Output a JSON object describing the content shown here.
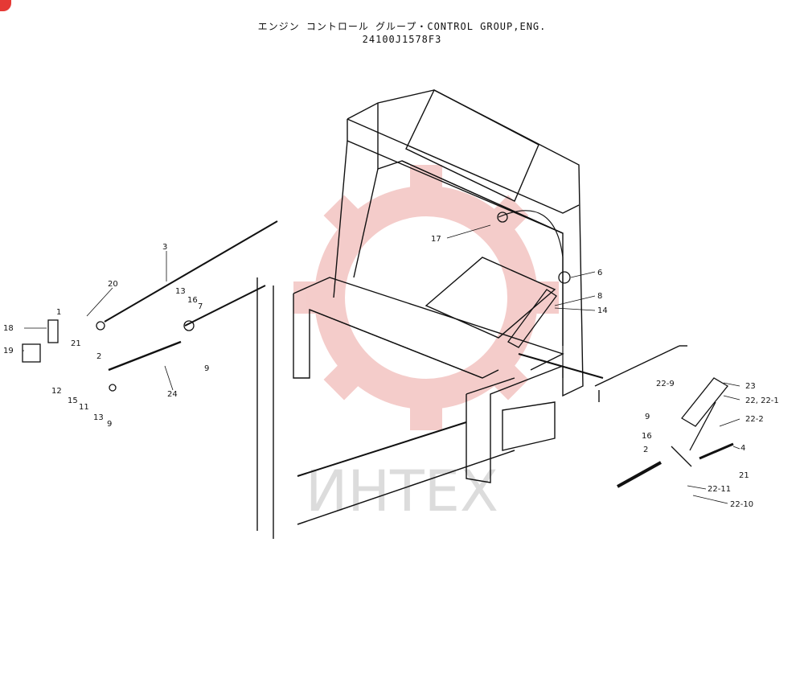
{
  "diagram": {
    "title_line1": "エンジン コントロール グループ・CONTROL GROUP,ENG.",
    "title_line2": "24100J1578F3",
    "watermark_text": "ИНТЕХ",
    "watermark_color": "#e0706a",
    "line_color": "#111111",
    "callouts": {
      "c3": "3",
      "c20": "20",
      "c1": "1",
      "c18": "18",
      "c19": "19",
      "c21a": "21",
      "c2a": "2",
      "c13a": "13",
      "c16a": "16",
      "c7": "7",
      "c9a": "9",
      "c12": "12",
      "c15": "15",
      "c11": "11",
      "c13b": "13",
      "c9b": "9",
      "c24": "24",
      "c17": "17",
      "c6": "6",
      "c8": "8",
      "c14": "14",
      "c22_9": "22-9",
      "c9c": "9",
      "c16b": "16",
      "c2b": "2",
      "c23": "23",
      "c22_22_1": "22, 22-1",
      "c22_2": "22-2",
      "c4": "4",
      "c21b": "21",
      "c22_11": "22-11",
      "c22_10": "22-10"
    }
  }
}
